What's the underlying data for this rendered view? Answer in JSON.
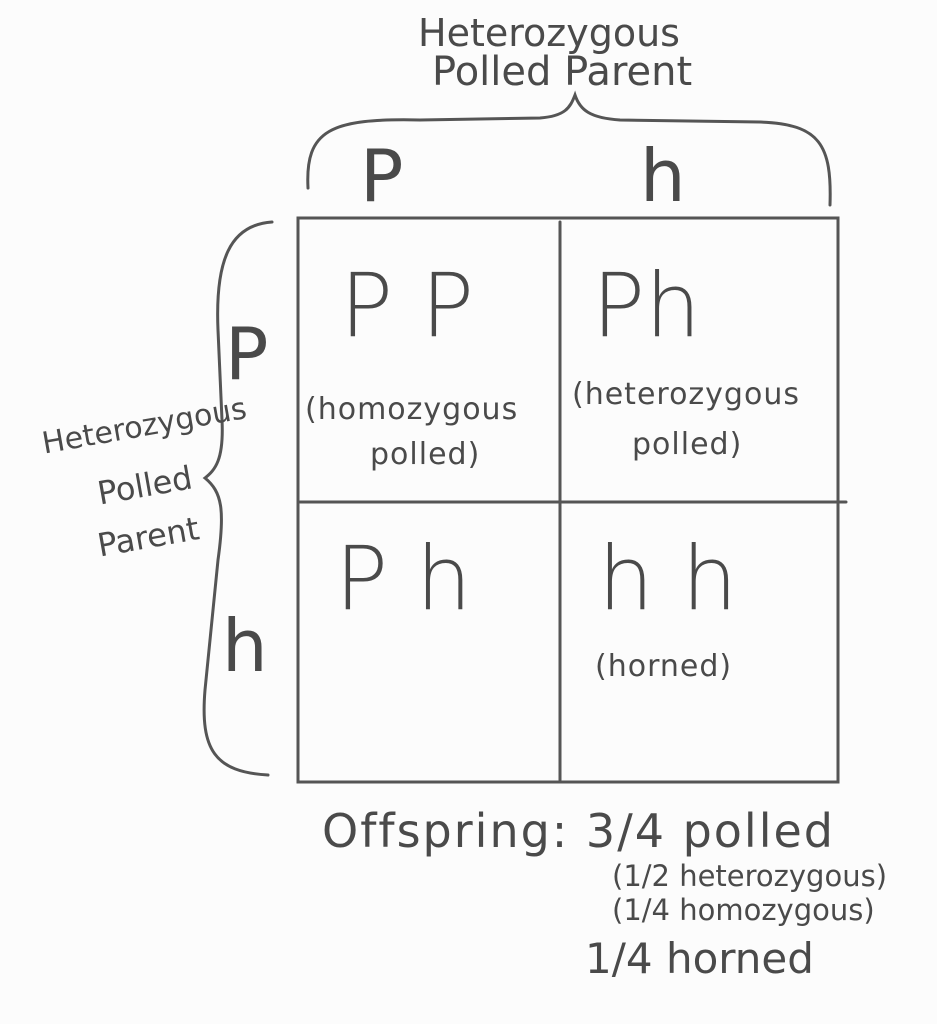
{
  "top_parent": {
    "line1": "Heterozygous",
    "line2": "Polled Parent",
    "alleles": [
      "P",
      "h"
    ]
  },
  "left_parent": {
    "line1": "Heterozygous",
    "line2": "Polled",
    "line3": "Parent",
    "alleles": [
      "P",
      "h"
    ]
  },
  "cells": [
    {
      "genotype": "P P",
      "note_line1": "(homozygous",
      "note_line2": "polled)"
    },
    {
      "genotype": "Ph",
      "note_line1": "(heterozygous",
      "note_line2": "polled)"
    },
    {
      "genotype": "P h",
      "note_line1": "",
      "note_line2": ""
    },
    {
      "genotype": "h h",
      "note_line1": "(horned)",
      "note_line2": ""
    }
  ],
  "summary": {
    "offspring": "Offspring: 3/4 polled",
    "detail1": "(1/2 heterozygous)",
    "detail2": "(1/4 homozygous)",
    "horned": "1/4 horned"
  },
  "colors": {
    "pencil": "#4a4a4a",
    "paper": "#fcfcfc"
  }
}
